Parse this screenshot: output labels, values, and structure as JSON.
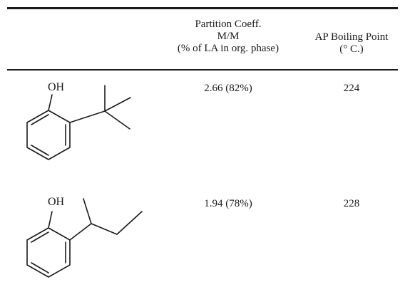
{
  "table": {
    "header": {
      "partition": [
        "Partition Coeff.",
        "M/M",
        "(% of LA in org. phase)"
      ],
      "boiling": [
        "AP Boiling Point",
        "(° C.)"
      ]
    },
    "rows": [
      {
        "structure_label": "OH",
        "partition": "2.66 (82%)",
        "boiling": "224"
      },
      {
        "structure_label": "OH",
        "partition": "1.94 (78%)",
        "boiling": "228"
      }
    ]
  }
}
